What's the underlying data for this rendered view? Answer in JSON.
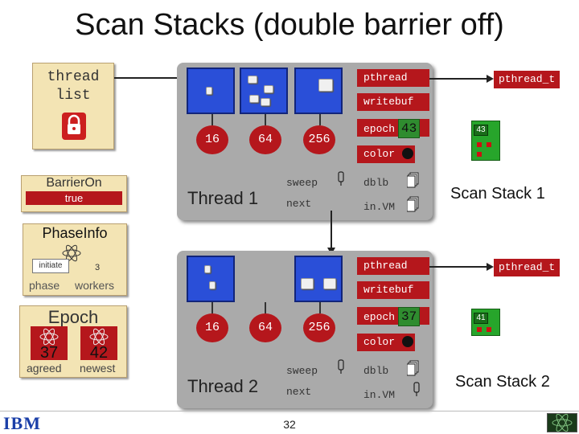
{
  "title": "Scan Stacks (double barrier off)",
  "thread_list": {
    "label_line1": "thread",
    "label_line2": "list"
  },
  "barrier": {
    "label": "BarrierOn",
    "value": "true"
  },
  "phase_info": {
    "title": "PhaseInfo",
    "initiate": "initiate",
    "workers_value": "3",
    "phase_label": "phase",
    "workers_label": "workers"
  },
  "epoch": {
    "title": "Epoch",
    "agreed_value": "37",
    "newest_value": "42",
    "agreed_label": "agreed",
    "newest_label": "newest"
  },
  "stack1": {
    "thread_label": "Thread 1",
    "sizes": [
      "16",
      "64",
      "256"
    ],
    "pthread": "pthread",
    "pthread_t": "pthread_t",
    "writebuf": "writebuf",
    "epoch_label": "epoch",
    "epoch_value": "43",
    "color": "color",
    "sweep": "sweep",
    "dblb": "dblb",
    "next": "next",
    "invm": "in.VM",
    "green_num": "43",
    "scan_label": "Scan Stack 1"
  },
  "stack2": {
    "thread_label": "Thread 2",
    "sizes": [
      "16",
      "64",
      "256"
    ],
    "pthread": "pthread",
    "pthread_t": "pthread_t",
    "writebuf": "writebuf",
    "epoch_label": "epoch",
    "epoch_value": "37",
    "color": "color",
    "sweep": "sweep",
    "dblb": "dblb",
    "next": "next",
    "invm": "in.VM",
    "green_num": "41",
    "scan_label": "Scan Stack 2"
  },
  "footer": {
    "page_number": "32",
    "logo_text": "IBM"
  },
  "colors": {
    "red": "#b5171c",
    "blue": "#2a4fd8",
    "green": "#27a52b",
    "tan": "#f3e4b4",
    "gray": "#aaaaaa"
  },
  "icons": [
    "lock-icon",
    "pin-icon",
    "doc-icon",
    "atom-icon"
  ]
}
